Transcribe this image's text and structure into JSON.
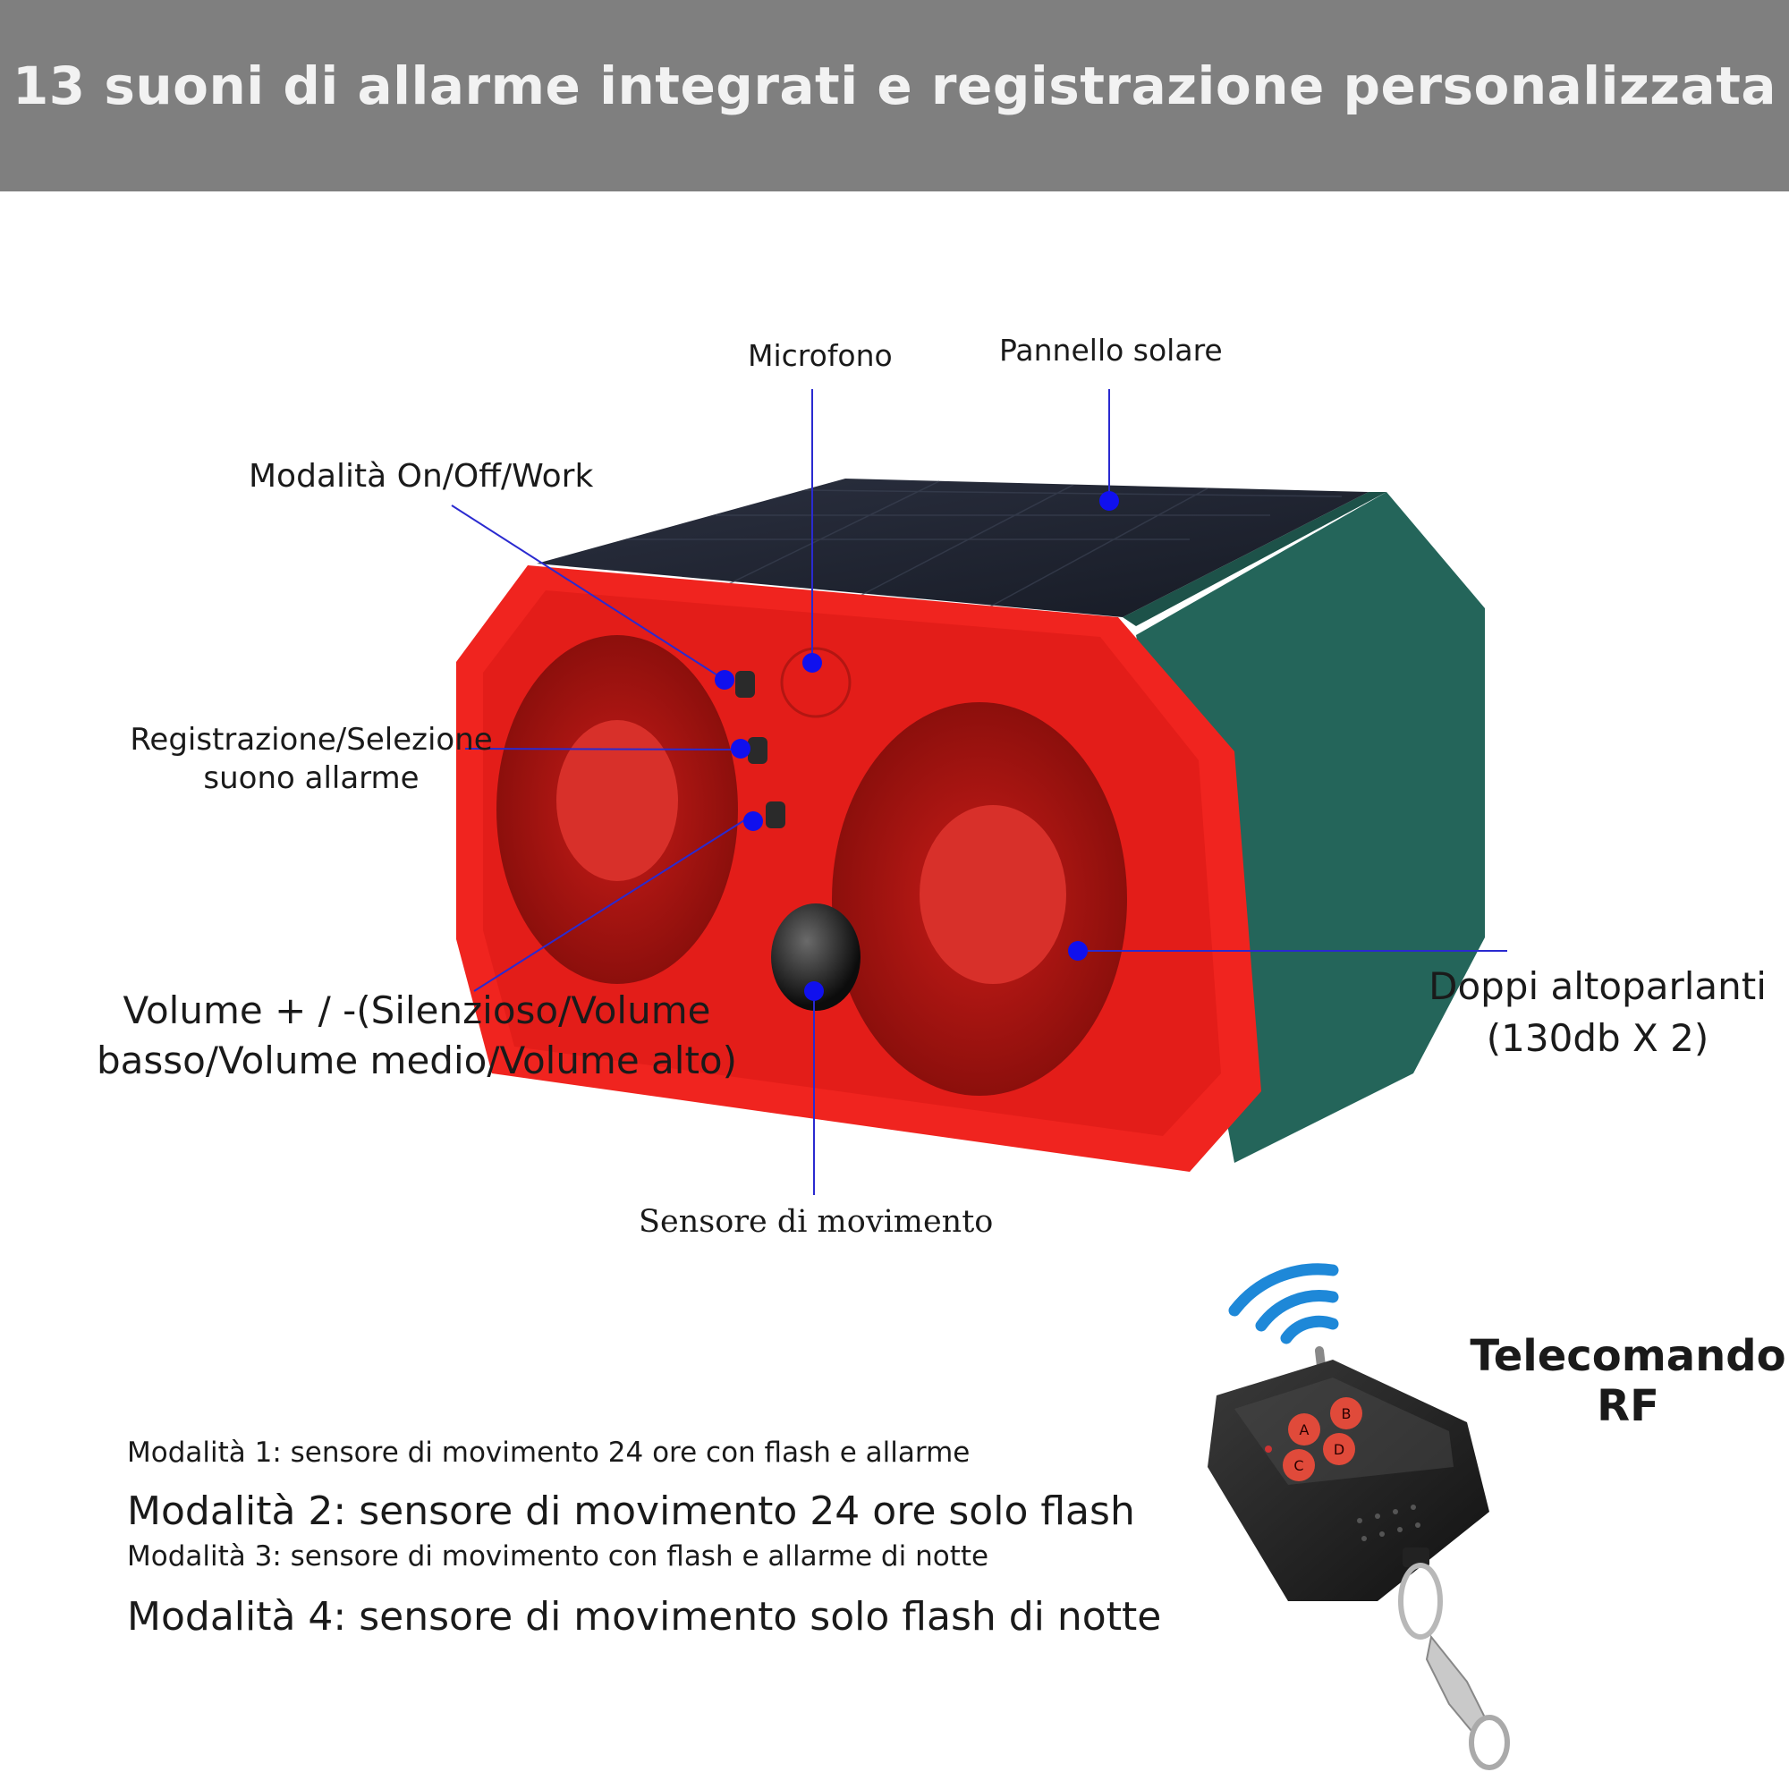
{
  "banner": {
    "title": "13 suoni di allarme integrati e registrazione personalizzata"
  },
  "callouts": {
    "microphone": "Microfono",
    "solar_panel": "Pannello solare",
    "mode_switch": "Modalità On/Off/Work",
    "record_select": "Registrazione/Selezione suono allarme",
    "volume": "Volume + / -(Silenzioso/Volume basso/Volume medio/Volume alto)",
    "speakers": "Doppi altoparlanti (130db X 2)",
    "motion_sensor": "Sensore di movimento"
  },
  "remote": {
    "title": "Telecomando RF",
    "buttons": [
      "A",
      "B",
      "C",
      "D"
    ]
  },
  "modes": [
    "Modalità 1: sensore di movimento 24 ore con flash e allarme",
    "Modalità 2: sensore di movimento 24 ore solo flash",
    "Modalità 3: sensore di movimento con flash e allarme di notte",
    "Modalità 4: sensore di movimento solo flash di notte"
  ],
  "colors": {
    "banner": "#7f7f7f",
    "housing_red": "#f0241f",
    "housing_green": "#24655a",
    "solar_panel": "#1f2430",
    "callout_dot": "#1010ee",
    "callout_line": "#2a2ad0",
    "wifi_signal": "#1e88d8"
  },
  "icons": [
    "wifi-signal-icon",
    "rf-remote-image",
    "solar-alarm-device-image"
  ]
}
